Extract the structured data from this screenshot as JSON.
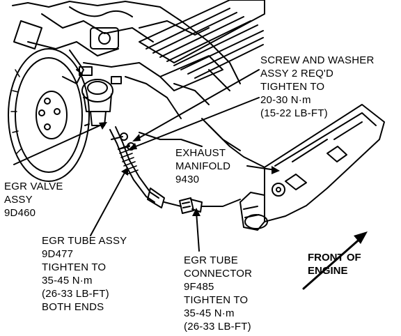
{
  "callouts": {
    "screw_washer": [
      "SCREW AND WASHER",
      "ASSY 2 REQ'D",
      "TIGHTEN TO",
      "20-30 N·m",
      "(15-22 LB-FT)"
    ],
    "exhaust_manifold": [
      "EXHAUST",
      "MANIFOLD",
      "9430"
    ],
    "egr_valve": [
      "EGR VALVE",
      "ASSY",
      "9D460"
    ],
    "egr_tube": [
      "EGR TUBE ASSY",
      "9D477",
      "TIGHTEN TO",
      "35-45 N·m",
      "(26-33 LB-FT)",
      "BOTH ENDS"
    ],
    "egr_connector": [
      "EGR TUBE",
      "CONNECTOR",
      "9F485",
      "TIGHTEN TO",
      "35-45 N·m",
      "(26-33 LB-FT)"
    ],
    "front_of_engine": [
      "FRONT OF",
      "ENGINE"
    ]
  }
}
